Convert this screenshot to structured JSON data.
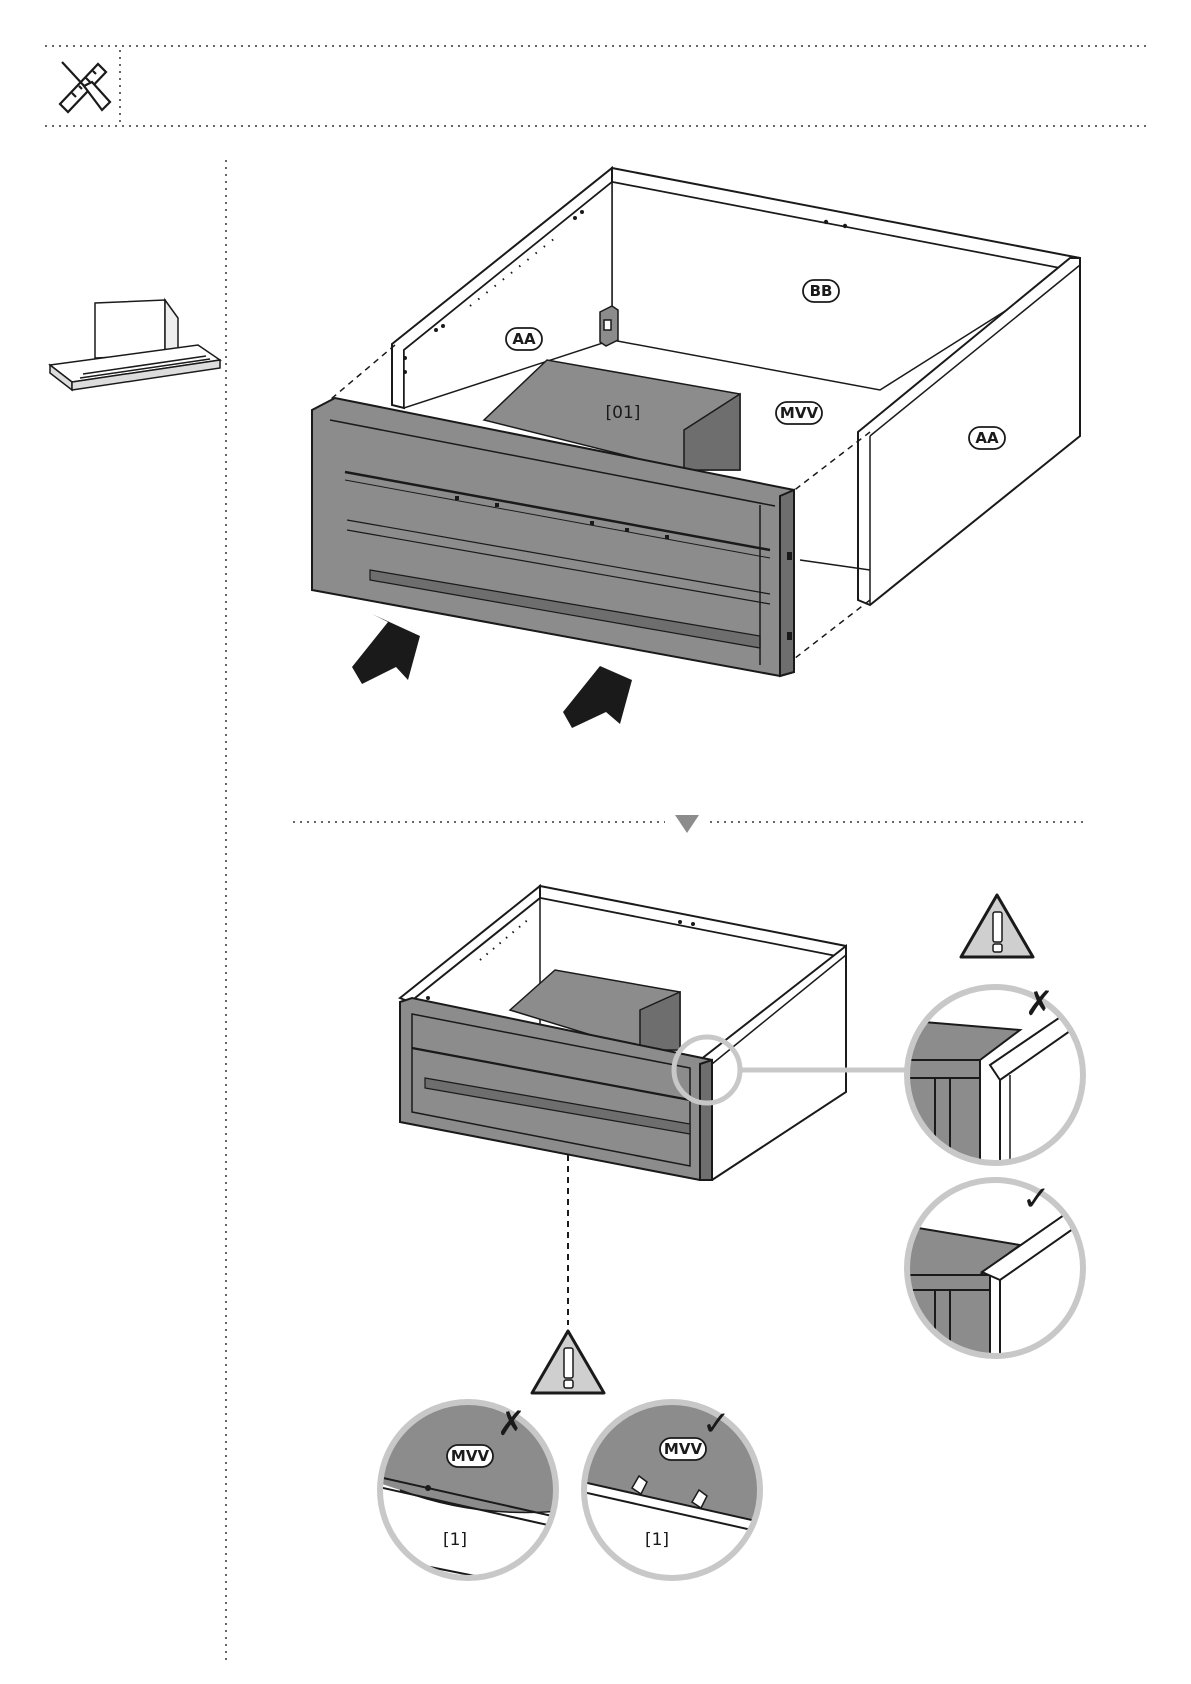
{
  "labels": {
    "bb": "BB",
    "aa": "AA",
    "mvv": "MVV",
    "part01": "[01]",
    "part1": "[1]"
  },
  "icons": {
    "tools": "tools-icon",
    "warning": "warning-icon",
    "check": "check-mark-icon",
    "cross": "cross-mark-icon",
    "arrow": "push-arrow-icon",
    "step": "step-down-triangle-icon"
  },
  "colors": {
    "panel_gray": "#8c8c8c",
    "panel_dark": "#6e6e6e",
    "line": "#1a1a1a",
    "magnifier": "#c8c8c8",
    "warning_fill": "#cfcfcf"
  }
}
